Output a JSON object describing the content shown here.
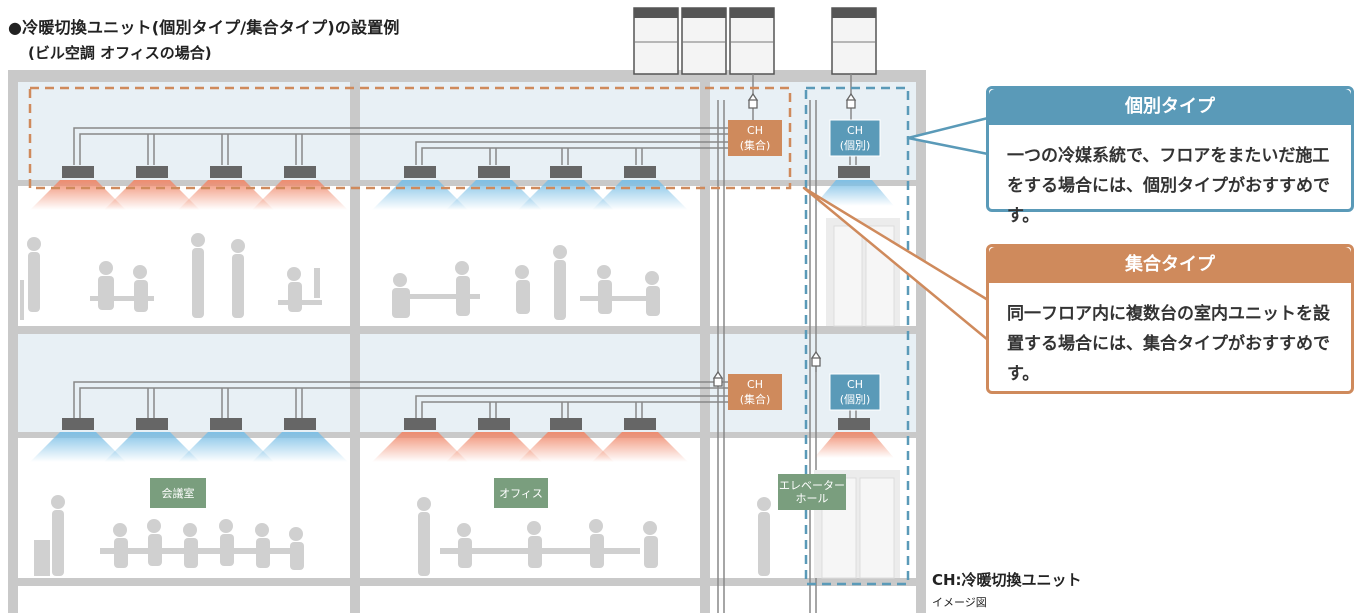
{
  "title": "●冷暖切換ユニット(個別タイプ/集合タイプ)の設置例",
  "subtitle": "(ビル空調 オフィスの場合)",
  "callouts": {
    "individual": {
      "header": "個別タイプ",
      "body": "一つの冷媒系統で、フロアをまたいだ施工をする場合には、個別タイプがおすすめです。",
      "color": "#5a9ab8"
    },
    "collective": {
      "header": "集合タイプ",
      "body": "同一フロア内に複数台の室内ユニットを設置する場合には、集合タイプがおすすめです。",
      "color": "#cf8a5c"
    }
  },
  "units": {
    "ch_collective": "CH\n(集合)",
    "ch_individual": "CH\n(個別)"
  },
  "rooms": {
    "meeting": "会議室",
    "office": "オフィス",
    "elevator_hall": "エレベーター\nホール"
  },
  "legend": "CH:冷暖切換ユニット",
  "note": "イメージ図",
  "colors": {
    "cool": "#7cbfe6",
    "warm": "#f08a6c",
    "collective": "#cf8a5c",
    "individual": "#5a9ab8",
    "frame": "#c9c9c9",
    "ceiling": "#e6eef3"
  }
}
